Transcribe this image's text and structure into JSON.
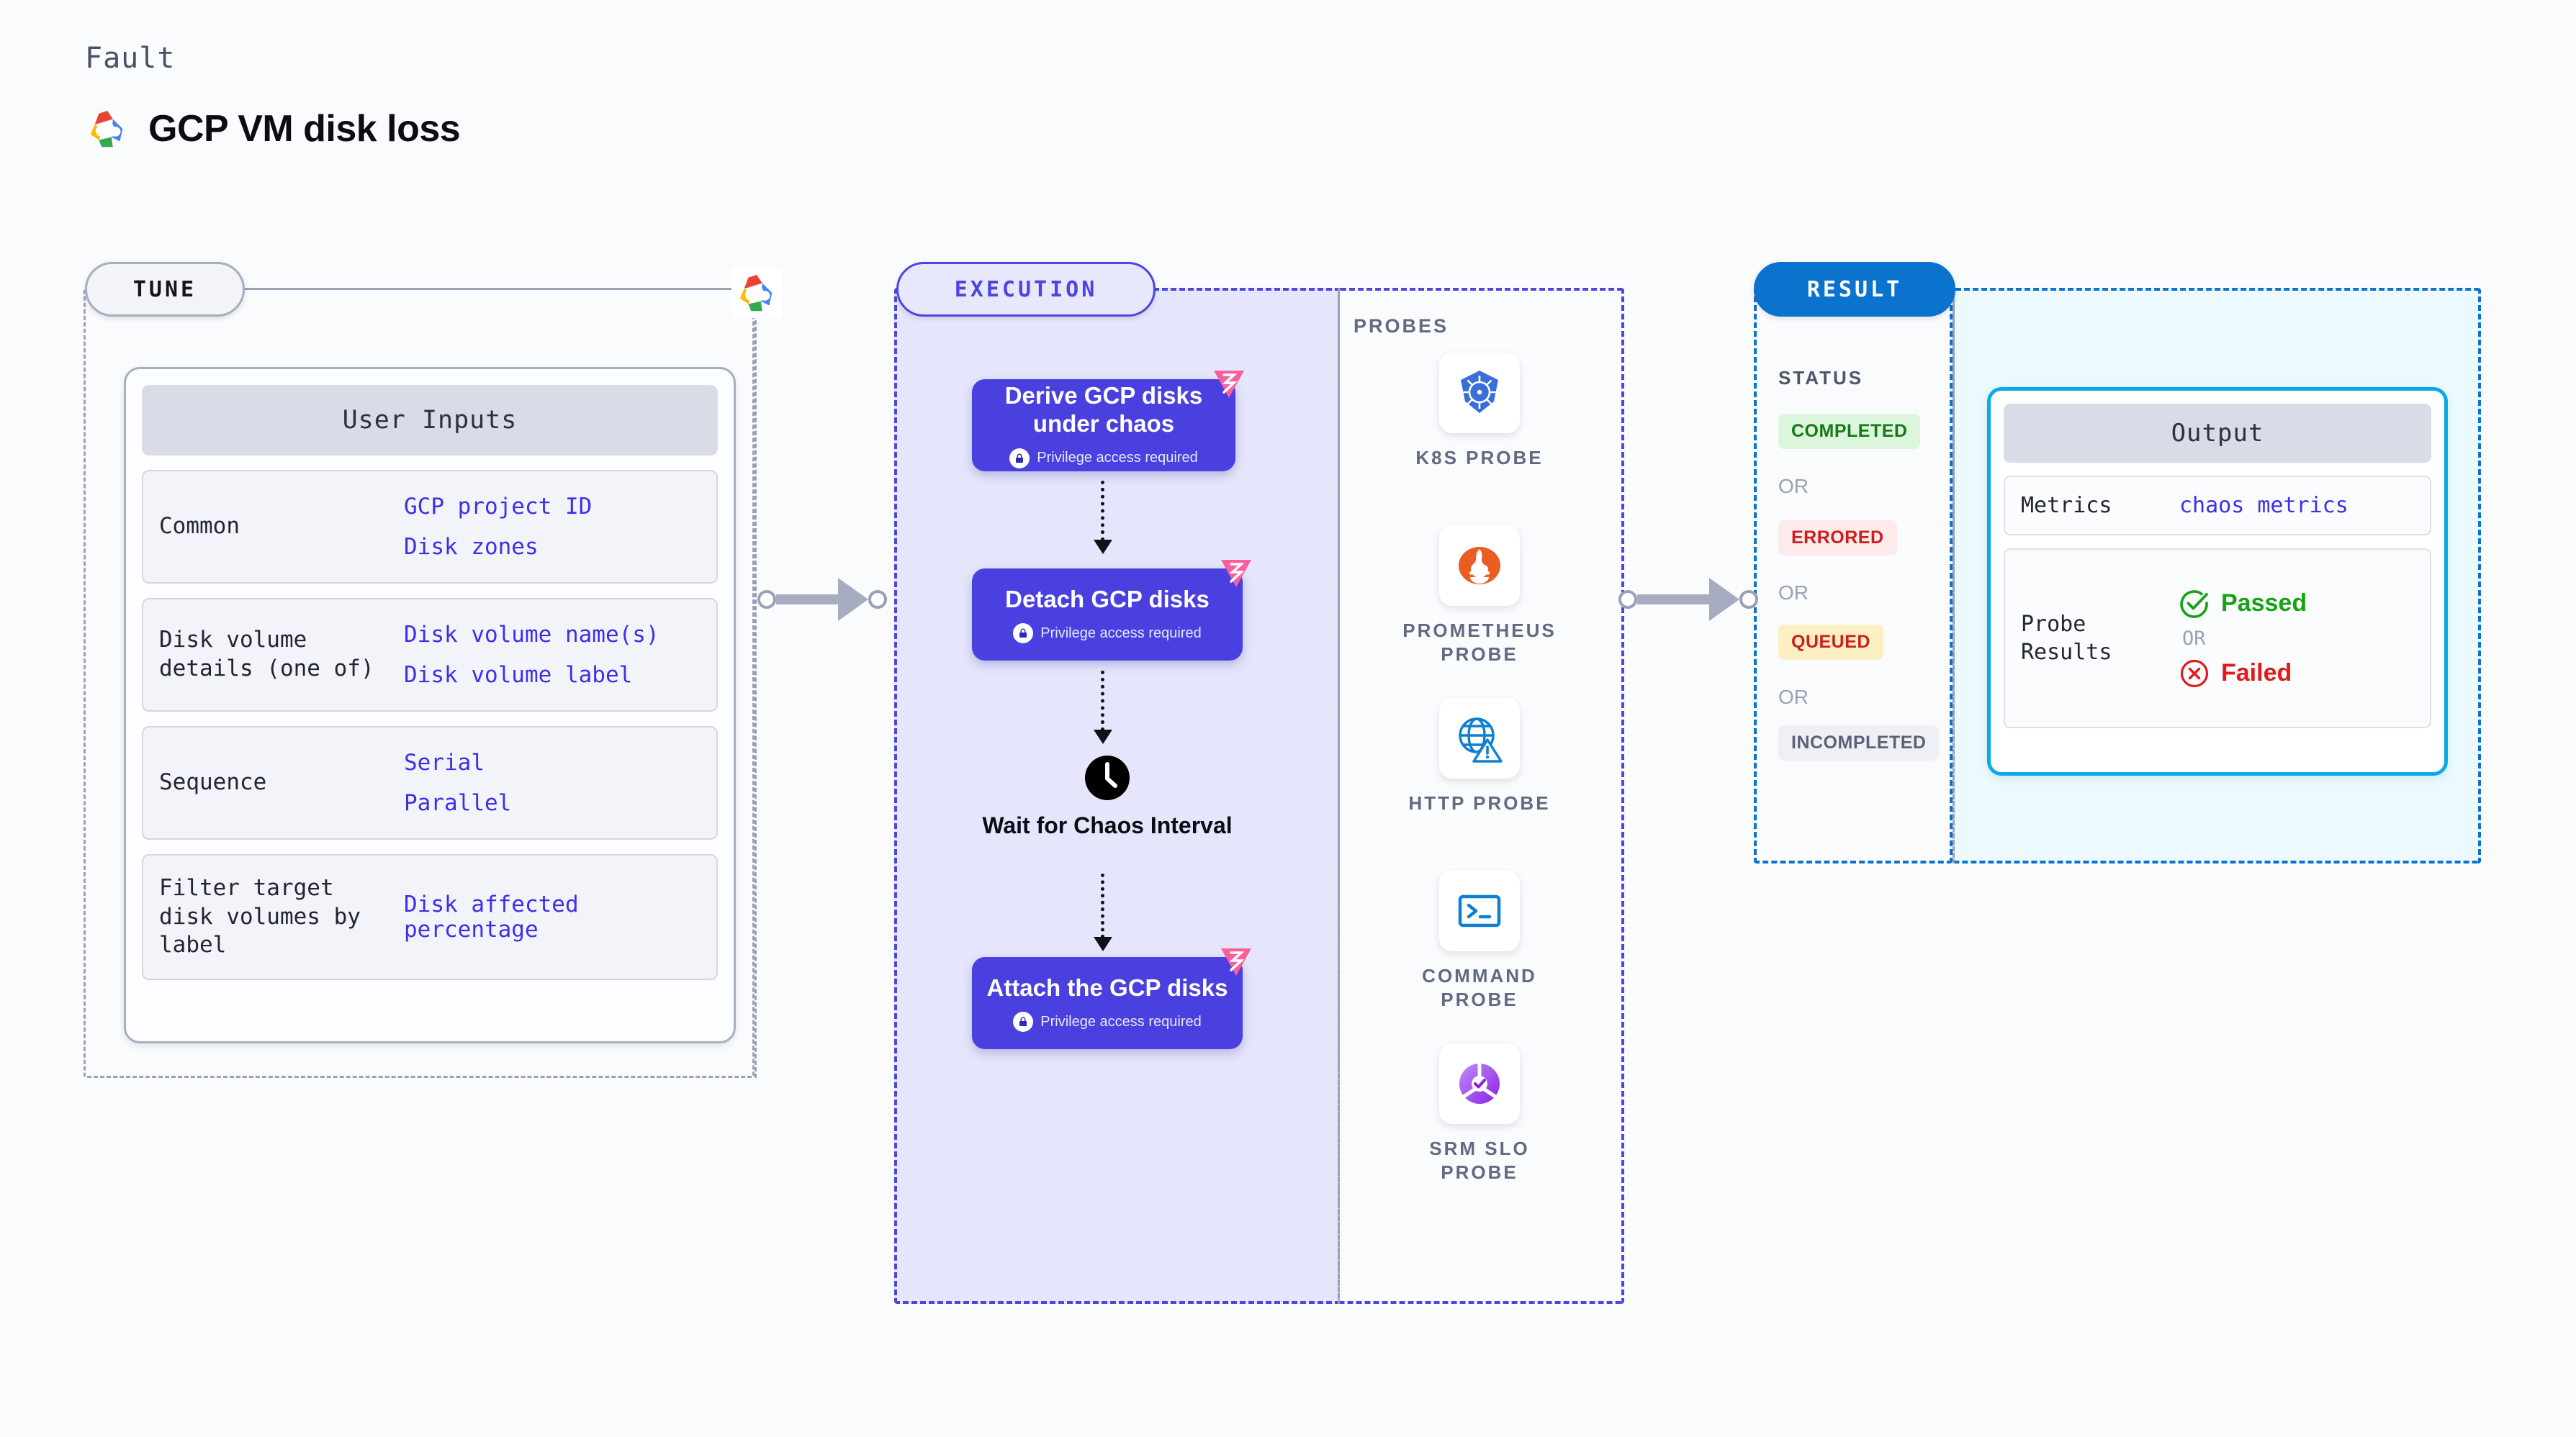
{
  "header": {
    "eyebrow": "Fault",
    "title": "GCP VM disk loss",
    "logo_icon": "gcp-logo-icon"
  },
  "tune": {
    "pill_label": "TUNE",
    "provider_icon": "gcp-logo-icon",
    "card_title": "User Inputs",
    "rows": [
      {
        "label": "Common",
        "values": [
          "GCP project ID",
          "Disk zones"
        ]
      },
      {
        "label": "Disk volume details (one of)",
        "values": [
          "Disk volume name(s)",
          "Disk volume label"
        ]
      },
      {
        "label": "Sequence",
        "values": [
          "Serial",
          "Parallel"
        ]
      },
      {
        "label": "Filter target disk volumes by label",
        "values": [
          "Disk affected percentage"
        ]
      }
    ]
  },
  "execution": {
    "pill_label": "EXECUTION",
    "privilege_note": "Privilege access required",
    "nodes": [
      {
        "title": "Derive GCP disks under chaos",
        "privileged": true,
        "badge_icon": "harness-badge-icon"
      },
      {
        "title": "Detach GCP disks",
        "privileged": true,
        "badge_icon": "harness-badge-icon"
      },
      {
        "title": "Attach the GCP disks",
        "privileged": true,
        "badge_icon": "harness-badge-icon"
      }
    ],
    "wait": {
      "label": "Wait for Chaos Interval",
      "icon": "clock-icon"
    }
  },
  "probes": {
    "title": "PROBES",
    "items": [
      {
        "label": "K8S PROBE",
        "icon": "kubernetes-icon"
      },
      {
        "label": "PROMETHEUS PROBE",
        "icon": "prometheus-icon"
      },
      {
        "label": "HTTP PROBE",
        "icon": "http-globe-warning-icon"
      },
      {
        "label": "COMMAND PROBE",
        "icon": "terminal-icon"
      },
      {
        "label": "SRM SLO PROBE",
        "icon": "srm-slo-icon"
      }
    ]
  },
  "result": {
    "pill_label": "RESULT",
    "status_title": "STATUS",
    "or_label": "OR",
    "statuses": [
      {
        "label": "COMPLETED",
        "bg": "#ddf5dd",
        "fg": "#167a16"
      },
      {
        "label": "ERRORED",
        "bg": "#fdeaea",
        "fg": "#cb1f1f"
      },
      {
        "label": "QUEUED",
        "bg": "#fdefc4",
        "fg": "#cb1f1f"
      },
      {
        "label": "INCOMPLETED",
        "bg": "#eef0f6",
        "fg": "#5b6275"
      }
    ],
    "output": {
      "card_title": "Output",
      "metrics_label": "Metrics",
      "metrics_value": "chaos metrics",
      "probe_results_label": "Probe Results",
      "passed_label": "Passed",
      "failed_label": "Failed",
      "or_label": "OR",
      "passed_icon": "check-circle-icon",
      "failed_icon": "x-circle-icon"
    }
  },
  "colors": {
    "accent_indigo": "#4a40e0",
    "accent_blue": "#0b72ce",
    "accent_cyan": "#0aa9e8",
    "muted_dash": "#9aa1b3",
    "badge_pink": "#fa5e9b"
  }
}
